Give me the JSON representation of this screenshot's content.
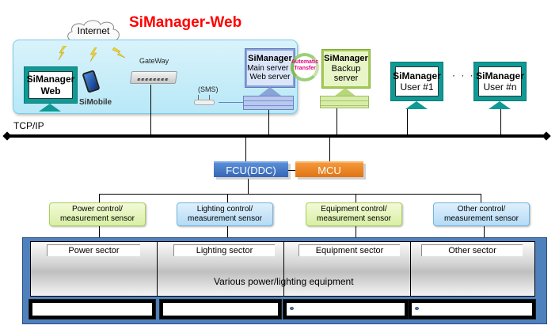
{
  "title": "SiManager-Web",
  "cloud": {
    "label": "Internet",
    "icon": "cloud-icon"
  },
  "web_zone": {
    "web_client": {
      "title": "SiManager",
      "subtitle": "Web",
      "icon": "monitor-icon"
    },
    "mobile": {
      "label": "SiMobile",
      "icon": "smartphone-icon"
    },
    "gateway": {
      "label": "GateWay",
      "icon": "router-icon"
    },
    "sms": {
      "label": "(SMS)",
      "icon": "wireless-router-icon"
    },
    "main_server": {
      "title": "SiManager",
      "line1": "Main server /",
      "line2": "Web server",
      "icon": "server-icon"
    }
  },
  "transfer": {
    "line1": "Automatic",
    "line2": "Transfer",
    "icon": "sync-cycle-icon"
  },
  "backup_server": {
    "title": "SiManager",
    "line1": "Backup",
    "line2": "server",
    "icon": "server-icon"
  },
  "users": [
    {
      "title": "SiManager",
      "subtitle": "User #1"
    },
    {
      "title": "SiManager",
      "subtitle": "User #n"
    }
  ],
  "users_ellipsis": "· · ·",
  "network": {
    "label": "TCP/IP"
  },
  "controllers": {
    "fcu": "FCU(DDC)",
    "mcu": "MCU"
  },
  "sensors": [
    {
      "line1": "Power control/",
      "line2": "measurement sensor",
      "color": "#d9efa4"
    },
    {
      "line1": "Lighting control/",
      "line2": "measurement sensor",
      "color": "#b4dbf5"
    },
    {
      "line1": "Equipment control/",
      "line2": "measurement sensor",
      "color": "#d9efa4"
    },
    {
      "line1": "Other control/",
      "line2": "measurement sensor",
      "color": "#b4dbf5"
    }
  ],
  "sectors": [
    "Power sector",
    "Lighting sector",
    "Equipment sector",
    "Other sector"
  ],
  "equipment_label": "Various power/lighting equipment",
  "colors": {
    "title": "#ff0000",
    "teal": "#0f9a96",
    "panel": "#4f81bd",
    "fcu": "#3f74c2",
    "mcu": "#ee8427",
    "transfer_text": "#e6007e"
  }
}
